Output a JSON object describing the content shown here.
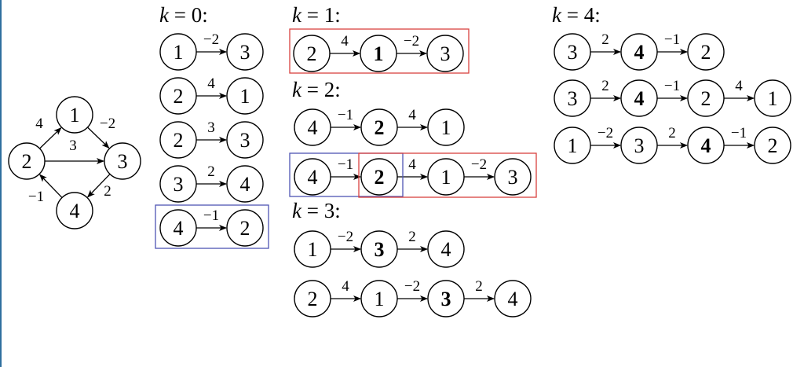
{
  "colors": {
    "red_box": "#d9413f",
    "blue_box": "#4f55b3",
    "ink": "#000000",
    "side_line": "#2f6f9f"
  },
  "graph": {
    "nodes": [
      "1",
      "2",
      "3",
      "4"
    ],
    "edges": [
      {
        "from": "2",
        "to": "1",
        "weight": "4"
      },
      {
        "from": "1",
        "to": "3",
        "weight": "−2"
      },
      {
        "from": "2",
        "to": "3",
        "weight": "3"
      },
      {
        "from": "3",
        "to": "4",
        "weight": "2"
      },
      {
        "from": "4",
        "to": "2",
        "weight": "−1"
      }
    ]
  },
  "sections": [
    {
      "k_var": "k",
      "k_rest": " = 0:",
      "paths": [
        {
          "nodes": [
            "1",
            "3"
          ],
          "weights": [
            "−2"
          ],
          "bold": []
        },
        {
          "nodes": [
            "2",
            "1"
          ],
          "weights": [
            "4"
          ],
          "bold": []
        },
        {
          "nodes": [
            "2",
            "3"
          ],
          "weights": [
            "3"
          ],
          "bold": []
        },
        {
          "nodes": [
            "3",
            "4"
          ],
          "weights": [
            "2"
          ],
          "bold": []
        },
        {
          "nodes": [
            "4",
            "2"
          ],
          "weights": [
            "−1"
          ],
          "bold": []
        }
      ]
    },
    {
      "k_var": "k",
      "k_rest": " = 1:",
      "paths": [
        {
          "nodes": [
            "2",
            "1",
            "3"
          ],
          "weights": [
            "4",
            "−2"
          ],
          "bold": [
            1
          ]
        }
      ]
    },
    {
      "k_var": "k",
      "k_rest": " = 2:",
      "paths": [
        {
          "nodes": [
            "4",
            "2",
            "1"
          ],
          "weights": [
            "−1",
            "4"
          ],
          "bold": [
            1
          ]
        },
        {
          "nodes": [
            "4",
            "2",
            "1",
            "3"
          ],
          "weights": [
            "−1",
            "4",
            "−2"
          ],
          "bold": [
            1
          ]
        }
      ]
    },
    {
      "k_var": "k",
      "k_rest": " = 3:",
      "paths": [
        {
          "nodes": [
            "1",
            "3",
            "4"
          ],
          "weights": [
            "−2",
            "2"
          ],
          "bold": [
            1
          ]
        },
        {
          "nodes": [
            "2",
            "1",
            "3",
            "4"
          ],
          "weights": [
            "4",
            "−2",
            "2"
          ],
          "bold": [
            2
          ]
        }
      ]
    },
    {
      "k_var": "k",
      "k_rest": " = 4:",
      "paths": [
        {
          "nodes": [
            "3",
            "4",
            "2"
          ],
          "weights": [
            "2",
            "−1"
          ],
          "bold": [
            1
          ]
        },
        {
          "nodes": [
            "3",
            "4",
            "2",
            "1"
          ],
          "weights": [
            "2",
            "−1",
            "4"
          ],
          "bold": [
            1
          ]
        },
        {
          "nodes": [
            "1",
            "3",
            "4",
            "2"
          ],
          "weights": [
            "−2",
            "2",
            "−1"
          ],
          "bold": [
            2
          ]
        }
      ]
    }
  ]
}
